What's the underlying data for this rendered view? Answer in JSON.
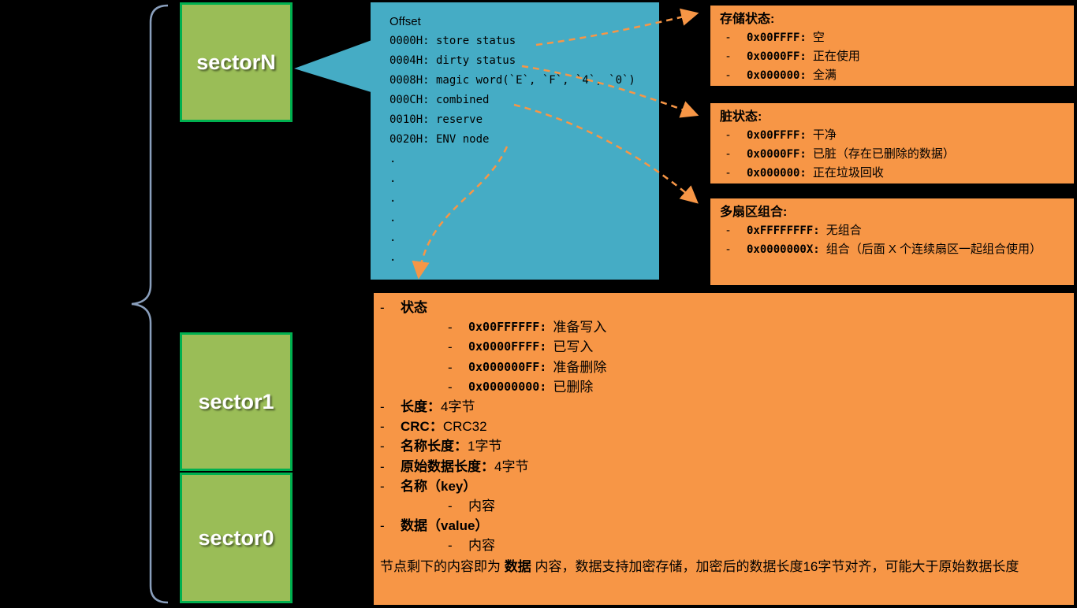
{
  "bullet": "-",
  "sectors": {
    "sector_n": "sectorN",
    "sector_1": "sector1",
    "sector_0": "sector0"
  },
  "offset_table": {
    "title": "Offset",
    "rows": [
      "0000H: store status",
      "0004H: dirty status",
      "0008H: magic word(`E`, `F`, `4`, `0`)",
      "000CH: combined",
      "0010H: reserve",
      "0020H: ENV node"
    ],
    "dots": [
      ".",
      ".",
      ".",
      ".",
      ".",
      "."
    ]
  },
  "store_status_box": {
    "title": "存储状态:",
    "items": [
      {
        "code": "0x00FFFF:",
        "desc": "空"
      },
      {
        "code": "0x0000FF:",
        "desc": "正在使用"
      },
      {
        "code": "0x000000:",
        "desc": "全满"
      }
    ]
  },
  "dirty_status_box": {
    "title": "脏状态:",
    "items": [
      {
        "code": "0x00FFFF:",
        "desc": "干净"
      },
      {
        "code": "0x0000FF:",
        "desc": "已脏（存在已删除的数据）"
      },
      {
        "code": "0x000000:",
        "desc": "正在垃圾回收"
      }
    ]
  },
  "combined_box": {
    "title": "多扇区组合:",
    "items": [
      {
        "code": "0xFFFFFFFF:",
        "desc": "无组合"
      },
      {
        "code": "0x0000000X:",
        "desc": "组合（后面 X 个连续扇区一起组合使用）"
      }
    ]
  },
  "env_node_box": {
    "status_label": "状态",
    "status_items": [
      {
        "code": "0x00FFFFFF:",
        "desc": "准备写入"
      },
      {
        "code": "0x0000FFFF:",
        "desc": "已写入"
      },
      {
        "code": "0x000000FF:",
        "desc": "准备删除"
      },
      {
        "code": "0x00000000:",
        "desc": "已删除"
      }
    ],
    "fields": [
      {
        "label": "长度：",
        "value": "4字节"
      },
      {
        "label": "CRC：",
        "value": "CRC32"
      },
      {
        "label": "名称长度：",
        "value": "1字节"
      },
      {
        "label": "原始数据长度：",
        "value": "4字节"
      }
    ],
    "key_label": "名称（key）",
    "key_content": "内容",
    "value_label": "数据（value）",
    "value_content": "内容",
    "footer_pre": "节点剩下的内容即为 ",
    "footer_bold": "数据",
    "footer_post": " 内容，数据支持加密存储，加密后的数据长度16字节对齐，可能大于原始数据长度"
  }
}
